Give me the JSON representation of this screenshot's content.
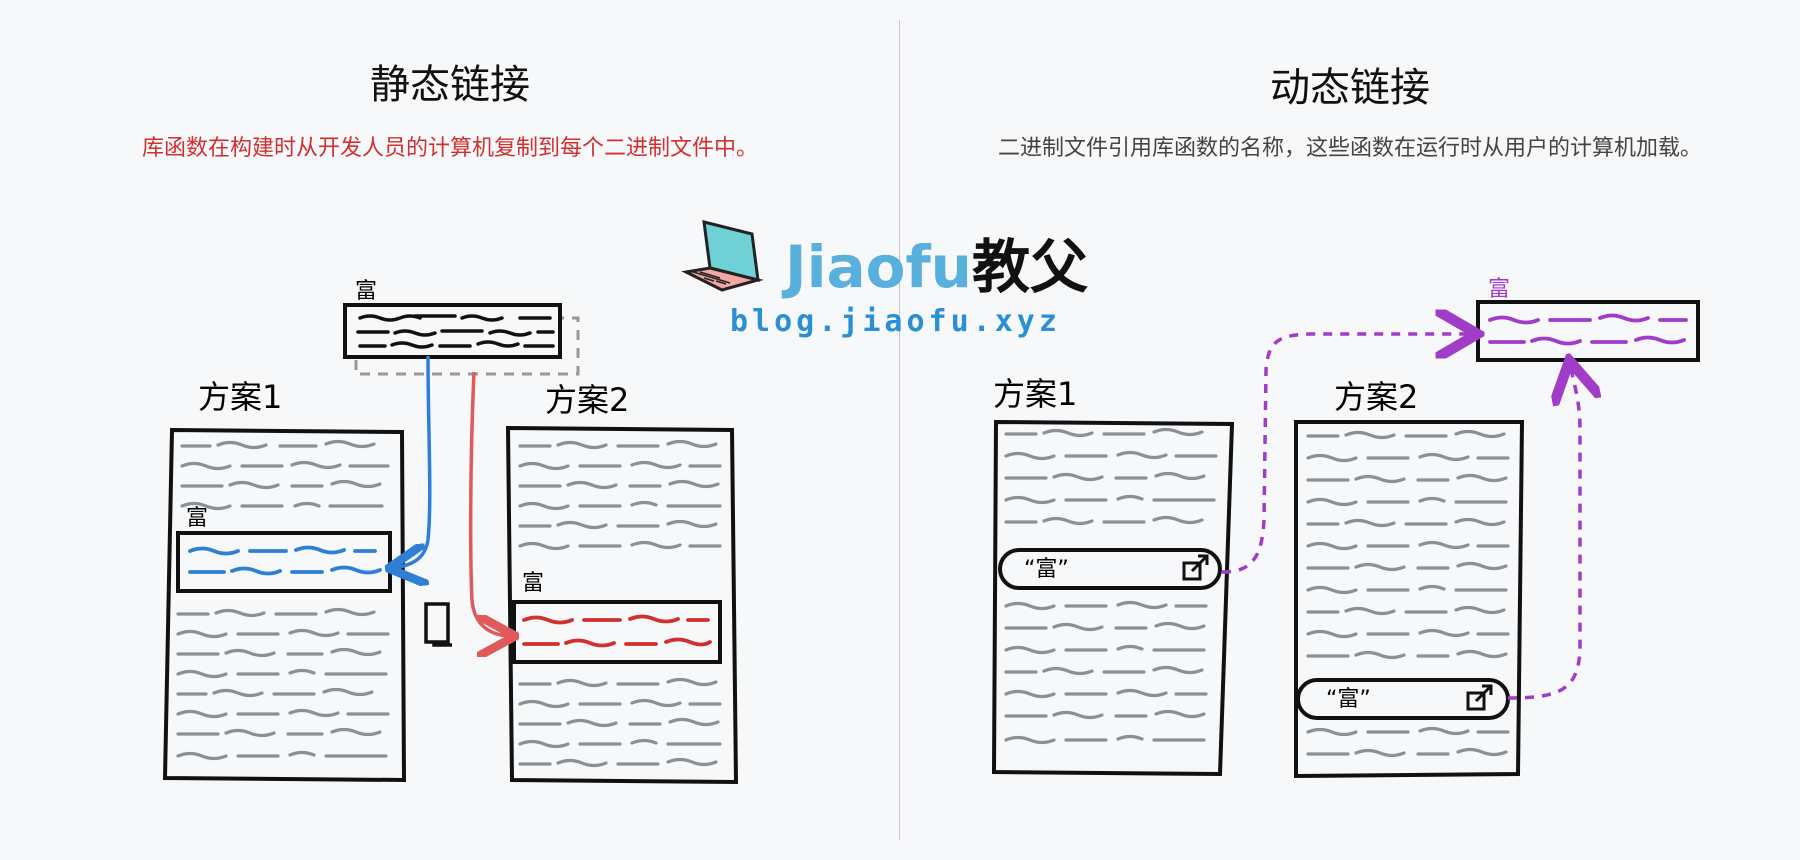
{
  "left": {
    "title": "静态链接",
    "subtitle": "库函数在构建时从开发人员的计算机复制到每个二进制文件中。",
    "lib_label": "富",
    "plan1": "方案1",
    "plan2": "方案2",
    "copy1_label": "富",
    "copy2_label": "富"
  },
  "right": {
    "title": "动态链接",
    "subtitle": "二进制文件引用库函数的名称，这些函数在运行时从用户的计算机加载。",
    "lib_label": "富",
    "plan1": "方案1",
    "plan2": "方案2",
    "ref1_label": "“富”",
    "ref2_label": "“富”"
  },
  "brand": {
    "name_latin": "Jiaofu",
    "name_cn": "教父",
    "url": "blog.jiaofu.xyz"
  },
  "colors": {
    "static_subtitle": "#d03030",
    "dynamic_subtitle": "#444444",
    "blue": "#2f7fd6",
    "red": "#e05a5a",
    "purple": "#a03cc8",
    "text_lines": "#8a9096"
  }
}
